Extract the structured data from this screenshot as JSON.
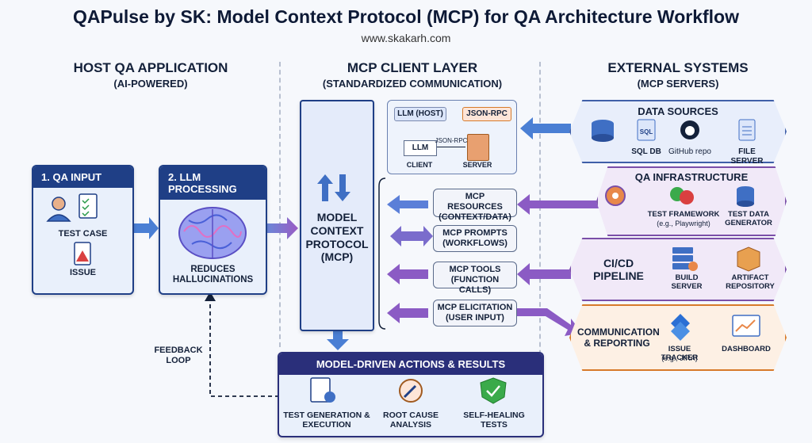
{
  "title": "QAPulse by SK: Model Context Protocol (MCP) for QA Architecture Workflow",
  "subtitle": "www.skakarh.com",
  "columns": {
    "host": {
      "h1": "HOST QA APPLICATION",
      "h2": "(AI-POWERED)"
    },
    "client": {
      "h1": "MCP CLIENT LAYER",
      "h2": "(STANDARDIZED COMMUNICATION)"
    },
    "external": {
      "h1": "EXTERNAL SYSTEMS",
      "h2": "(MCP SERVERS)"
    }
  },
  "qa_input": {
    "title": "1. QA INPUT",
    "test_case": "TEST CASE",
    "issue": "ISSUE"
  },
  "llm": {
    "title": "2. LLM PROCESSING",
    "caption": "REDUCES HALLUCINATIONS"
  },
  "mcp": {
    "label": "MODEL CONTEXT PROTOCOL (MCP)"
  },
  "rpc": {
    "llm_host": "LLM (HOST)",
    "json_rpc": "JSON-RPC",
    "llm": "LLM",
    "link": "JSON-RPC",
    "client": "CLIENT",
    "server": "SERVER"
  },
  "mcp_items": [
    {
      "line1": "MCP RESOURCES",
      "line2": "(CONTEXT/DATA)"
    },
    {
      "line1": "MCP PROMPTS",
      "line2": "(WORKFLOWS)"
    },
    {
      "line1": "MCP TOOLS",
      "line2": "(FUNCTION CALLS)"
    },
    {
      "line1": "MCP ELICITATION",
      "line2": "(USER INPUT)"
    }
  ],
  "data_sources": {
    "title": "DATA SOURCES",
    "sql_icon": "SQL",
    "sql_db": "SQL DB",
    "github": "GitHub repo",
    "file_server": "FILE SERVER"
  },
  "qa_infra": {
    "title": "QA INFRASTRUCTURE",
    "framework": "TEST FRAMEWORK",
    "framework_sub": "(e.g., Playwright)",
    "generator": "TEST DATA GENERATOR"
  },
  "cicd": {
    "title": "CI/CD PIPELINE",
    "build": "BUILD SERVER",
    "artifact": "ARTIFACT REPOSITORY"
  },
  "comm": {
    "title": "COMMUNICATION & REPORTING",
    "tracker": "ISSUE TRACKER",
    "tracker_sub": "(e.g., JIRA)",
    "dashboard": "DASHBOARD"
  },
  "feedback": "FEEDBACK LOOP",
  "results": {
    "title": "MODEL-DRIVEN ACTIONS & RESULTS",
    "gen": "TEST GENERATION & EXECUTION",
    "rca": "ROOT CAUSE ANALYSIS",
    "heal": "SELF-HEALING TESTS"
  },
  "colors": {
    "navy": "#1f3f86",
    "blue_arrow": "#4a7fd4",
    "purple_arrow": "#8b5bc4",
    "orange": "#d77a2a"
  }
}
